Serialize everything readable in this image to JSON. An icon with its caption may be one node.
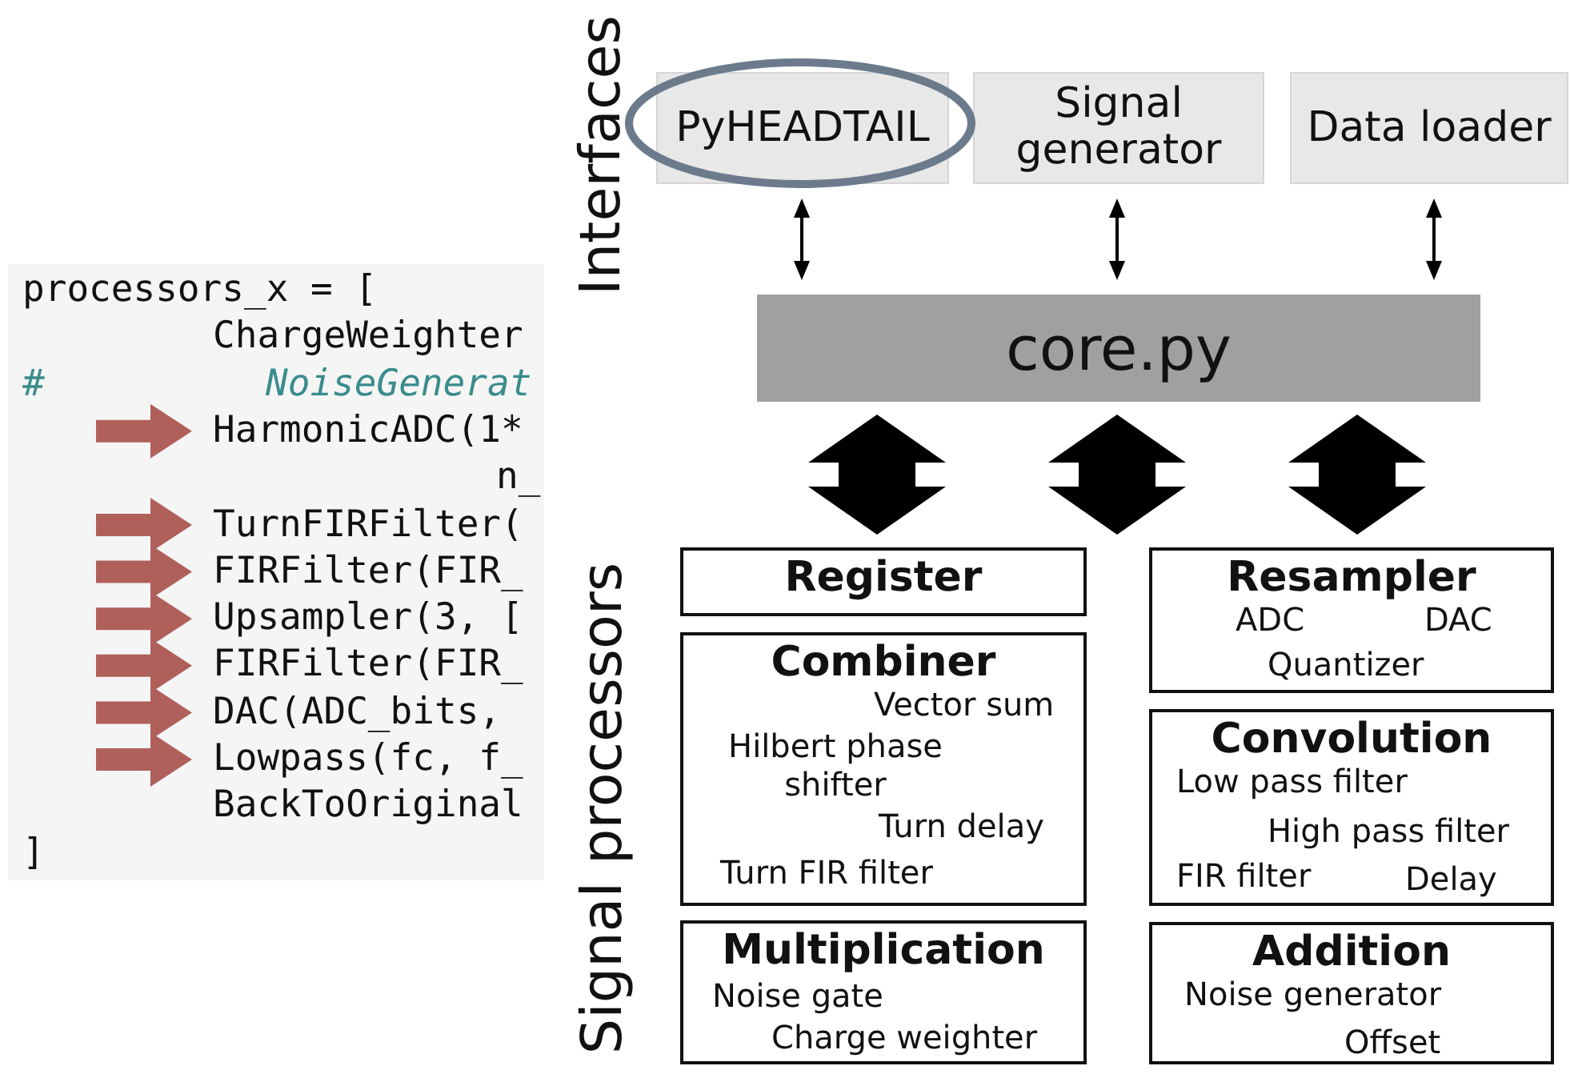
{
  "diagram": {
    "nodes": [
      {
        "text": [
          "processors_x = [",
          "ChargeWeighter",
          "#",
          "NoiseGenerat",
          "n_",
          "BackToOriginal",
          "]"
        ]
      },
      {
        "text": [
          "HarmonicADC(1*"
        ],
        "in": 0
      },
      {
        "text": [
          "TurnFIRFilter("
        ],
        "in": 0
      },
      {
        "text": [
          "FIRFilter(FIR_"
        ],
        "in": 0
      },
      {
        "text": [
          "Upsampler(3, ["
        ],
        "in": 0
      },
      {
        "text": [
          "FIRFilter(FIR_"
        ],
        "in": 0
      },
      {
        "text": [
          "DAC(ADC_bits,"
        ],
        "in": 0
      },
      {
        "text": [
          "Lowpass(fc, f_"
        ],
        "in": 0
      },
      {
        "text": [
          "PyHEADTAIL"
        ]
      },
      {
        "text": [
          "Signal generator"
        ]
      },
      {
        "text": [
          "Data loader"
        ]
      },
      {
        "text": [
          "core.py"
        ]
      },
      {
        "text": [
          "Register"
        ]
      },
      {
        "text": [
          "Combiner",
          "Vector sum",
          "Hilbert phase shifter",
          "Turn delay",
          "Turn FIR filter"
        ]
      },
      {
        "text": [
          "Multiplication",
          "Noise gate",
          "Charge weighter"
        ]
      },
      {
        "text": [
          "Resampler",
          "ADC",
          "DAC",
          "Quantizer"
        ]
      },
      {
        "text": [
          "Convolution",
          "Low pass filter",
          "High pass filter",
          "FIR filter",
          "Delay"
        ]
      },
      {
        "text": [
          "Addition",
          "Noise generator",
          "Offset"
        ]
      }
    ],
    "edges": [
      {
        "from": null,
        "to": 1,
        "arrow": "to"
      },
      {
        "from": null,
        "to": 2,
        "arrow": "to"
      },
      {
        "from": null,
        "to": 3,
        "arrow": "to"
      },
      {
        "from": null,
        "to": 4,
        "arrow": "to"
      },
      {
        "from": null,
        "to": 5,
        "arrow": "to"
      },
      {
        "from": null,
        "to": 6,
        "arrow": "to"
      },
      {
        "from": null,
        "to": 7,
        "arrow": "to"
      },
      {
        "from": 8,
        "to": 11,
        "arrow": "both",
        "color": "#000000"
      },
      {
        "from": 9,
        "to": 11,
        "arrow": "both",
        "color": "#000000"
      },
      {
        "from": 10,
        "to": 11,
        "arrow": "both",
        "color": "#000000"
      },
      {
        "from": 11,
        "to": 12,
        "arrow": "both",
        "style": "thick",
        "color": "#000000"
      },
      {
        "from": 11,
        "to": 12,
        "arrow": "both",
        "style": "thick",
        "color": "#000000"
      },
      {
        "from": 11,
        "to": 15,
        "arrow": "both",
        "style": "thick",
        "color": "#000000"
      }
    ],
    "labels": [
      "Interfaces",
      "Signal processors"
    ]
  }
}
